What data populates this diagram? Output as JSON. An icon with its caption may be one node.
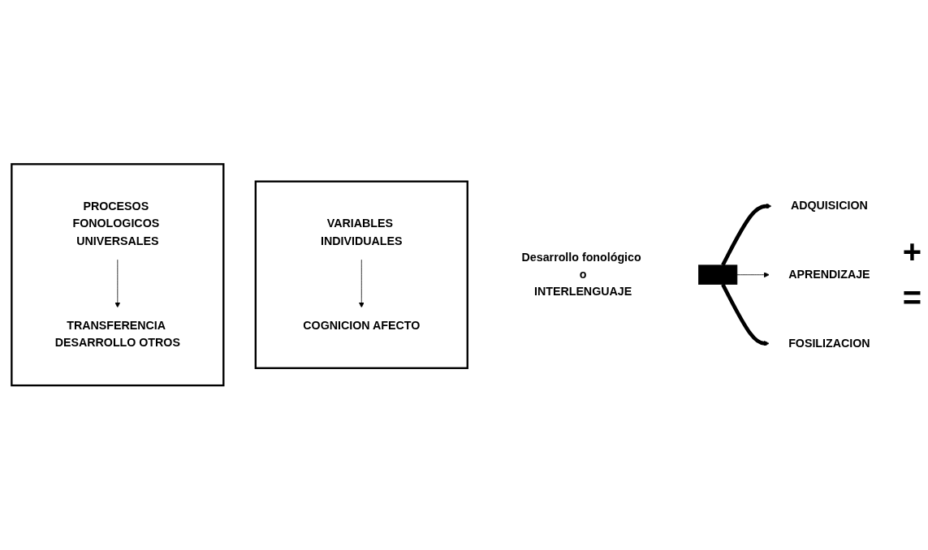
{
  "diagram": {
    "nodes": [
      {
        "text": [],
        "shape": "box"
      },
      {
        "text": [
          "PROCESOS FONOLOGICOS UNIVERSALES"
        ],
        "in": 0
      },
      {
        "text": [
          "TRANSFERENCIA DESARROLLO OTROS"
        ],
        "in": 0
      },
      {
        "text": [],
        "shape": "box"
      },
      {
        "text": [
          "VARIABLES INDIVIDUALES"
        ],
        "in": 3
      },
      {
        "text": [
          "COGNICION AFECTO"
        ],
        "in": 3
      },
      {
        "text": [
          "Desarrollo fonológico o",
          "INTERLENGUAJE"
        ]
      },
      {
        "text": [],
        "shape": "box"
      },
      {
        "text": [
          "ADQUISICION"
        ]
      },
      {
        "text": [
          "APRENDIZAJE"
        ]
      },
      {
        "text": [
          "FOSILIZACION"
        ]
      }
    ],
    "edges": [
      {
        "from": 1,
        "to": 2,
        "arrow": "to"
      },
      {
        "from": 4,
        "to": 5,
        "arrow": "to"
      },
      {
        "from": 7,
        "to": 8,
        "arrow": "to",
        "style": "thick"
      },
      {
        "from": 7,
        "to": 9,
        "arrow": "to"
      },
      {
        "from": 7,
        "to": 10,
        "arrow": "to",
        "style": "thick"
      }
    ],
    "labels": [
      "+",
      "="
    ]
  }
}
